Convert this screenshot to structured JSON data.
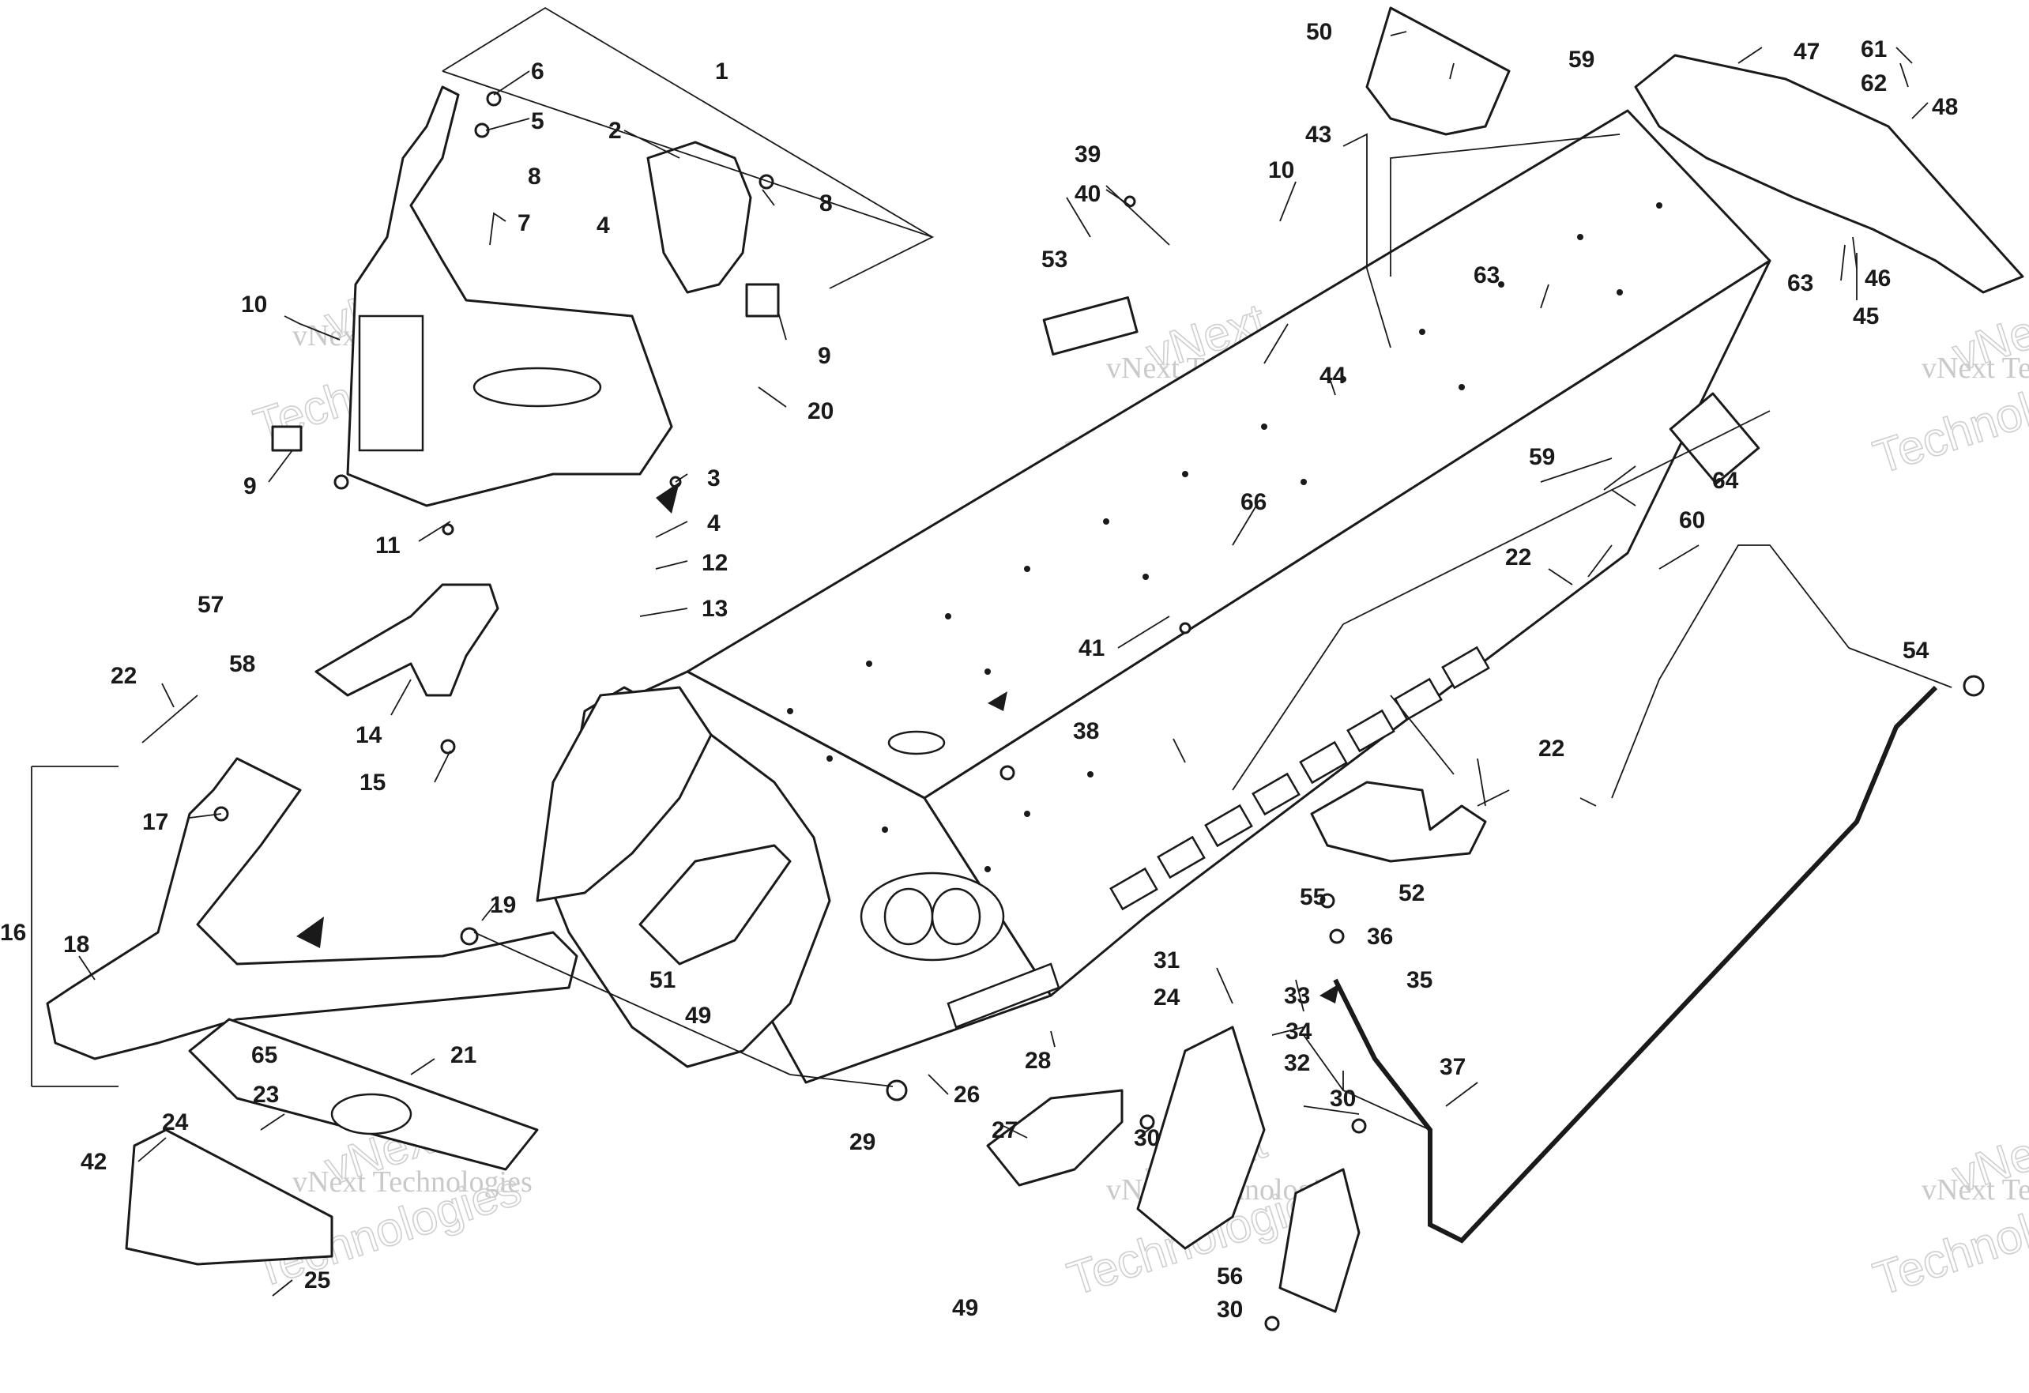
{
  "watermark": {
    "line1": "vNext",
    "line2": "Technologies",
    "small": "vNext Technologies",
    "small_cut": "vNext Te"
  },
  "callouts": [
    {
      "label": "1"
    },
    {
      "label": "2"
    },
    {
      "label": "3"
    },
    {
      "label": "4"
    },
    {
      "label": "5"
    },
    {
      "label": "6"
    },
    {
      "label": "7"
    },
    {
      "label": "8"
    },
    {
      "label": "8"
    },
    {
      "label": "9"
    },
    {
      "label": "9"
    },
    {
      "label": "10"
    },
    {
      "label": "10"
    },
    {
      "label": "11"
    },
    {
      "label": "12"
    },
    {
      "label": "13"
    },
    {
      "label": "4"
    },
    {
      "label": "14"
    },
    {
      "label": "15"
    },
    {
      "label": "16"
    },
    {
      "label": "17"
    },
    {
      "label": "18"
    },
    {
      "label": "19"
    },
    {
      "label": "20"
    },
    {
      "label": "21"
    },
    {
      "label": "22"
    },
    {
      "label": "22"
    },
    {
      "label": "22"
    },
    {
      "label": "23"
    },
    {
      "label": "24"
    },
    {
      "label": "24"
    },
    {
      "label": "25"
    },
    {
      "label": "26"
    },
    {
      "label": "27"
    },
    {
      "label": "28"
    },
    {
      "label": "29"
    },
    {
      "label": "30"
    },
    {
      "label": "30"
    },
    {
      "label": "30"
    },
    {
      "label": "31"
    },
    {
      "label": "32"
    },
    {
      "label": "33"
    },
    {
      "label": "34"
    },
    {
      "label": "35"
    },
    {
      "label": "36"
    },
    {
      "label": "37"
    },
    {
      "label": "38"
    },
    {
      "label": "39"
    },
    {
      "label": "40"
    },
    {
      "label": "41"
    },
    {
      "label": "42"
    },
    {
      "label": "43"
    },
    {
      "label": "44"
    },
    {
      "label": "45"
    },
    {
      "label": "46"
    },
    {
      "label": "47"
    },
    {
      "label": "48"
    },
    {
      "label": "49"
    },
    {
      "label": "49"
    },
    {
      "label": "50"
    },
    {
      "label": "51"
    },
    {
      "label": "52"
    },
    {
      "label": "53"
    },
    {
      "label": "54"
    },
    {
      "label": "55"
    },
    {
      "label": "56"
    },
    {
      "label": "57"
    },
    {
      "label": "58"
    },
    {
      "label": "59"
    },
    {
      "label": "59"
    },
    {
      "label": "60"
    },
    {
      "label": "61"
    },
    {
      "label": "62"
    },
    {
      "label": "63"
    },
    {
      "label": "63"
    },
    {
      "label": "64"
    },
    {
      "label": "65"
    },
    {
      "label": "66"
    }
  ]
}
